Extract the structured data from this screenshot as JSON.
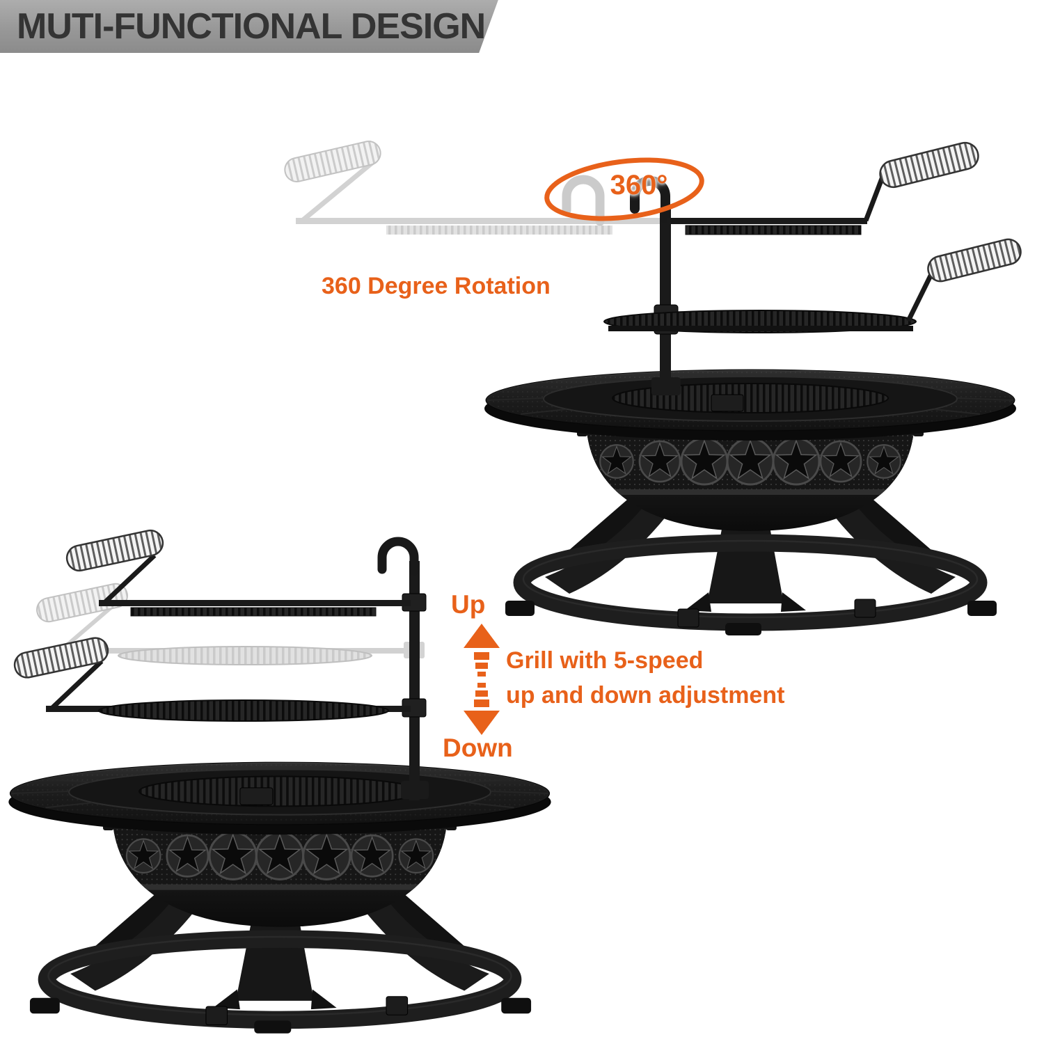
{
  "header": {
    "title": "MUTI-FUNCTIONAL DESIGN"
  },
  "colors": {
    "accent": "#E8611A",
    "header_bg": "#9c9c9c",
    "header_text": "#343434",
    "product": "#1a1a1a"
  },
  "annotations": {
    "rotation_badge": "360°",
    "rotation_label": "360 Degree Rotation",
    "up_label": "Up",
    "down_label": "Down",
    "adjustment_line1": "Grill with 5-speed",
    "adjustment_line2": "up and down adjustment"
  },
  "figures": {
    "top_right": "fire-pit-with-360-degree-rotating-swivel-grills",
    "bottom_left": "fire-pit-with-height-adjustable-grills"
  }
}
